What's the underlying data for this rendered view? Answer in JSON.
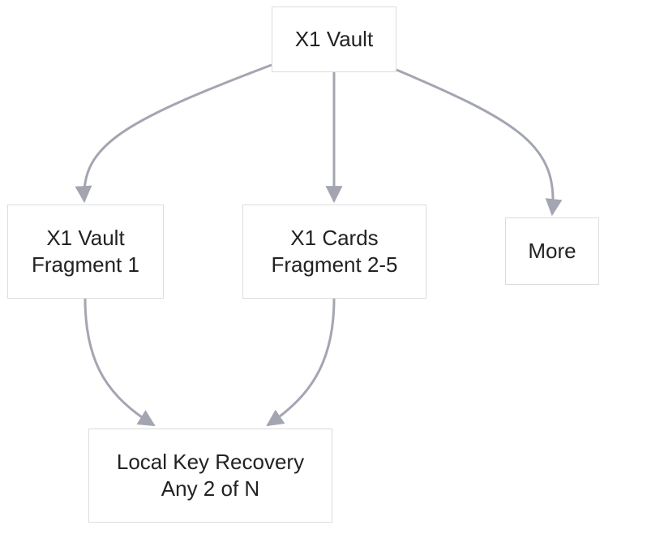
{
  "nodes": {
    "x1_vault": {
      "line1": "X1 Vault"
    },
    "vault_fragment": {
      "line1": "X1 Vault",
      "line2": "Fragment 1"
    },
    "cards_fragment": {
      "line1": "X1 Cards",
      "line2": "Fragment 2-5"
    },
    "more": {
      "line1": "More"
    },
    "recovery": {
      "line1": "Local Key Recovery",
      "line2": "Any 2 of N"
    }
  },
  "edges": [
    {
      "from": "x1_vault",
      "to": "vault_fragment"
    },
    {
      "from": "x1_vault",
      "to": "cards_fragment"
    },
    {
      "from": "x1_vault",
      "to": "more"
    },
    {
      "from": "vault_fragment",
      "to": "recovery"
    },
    {
      "from": "cards_fragment",
      "to": "recovery"
    }
  ],
  "colors": {
    "edge": "#a3a6b1",
    "node_border": "#dcdcdc",
    "node_fill": "#ffffff",
    "text": "#222222"
  }
}
